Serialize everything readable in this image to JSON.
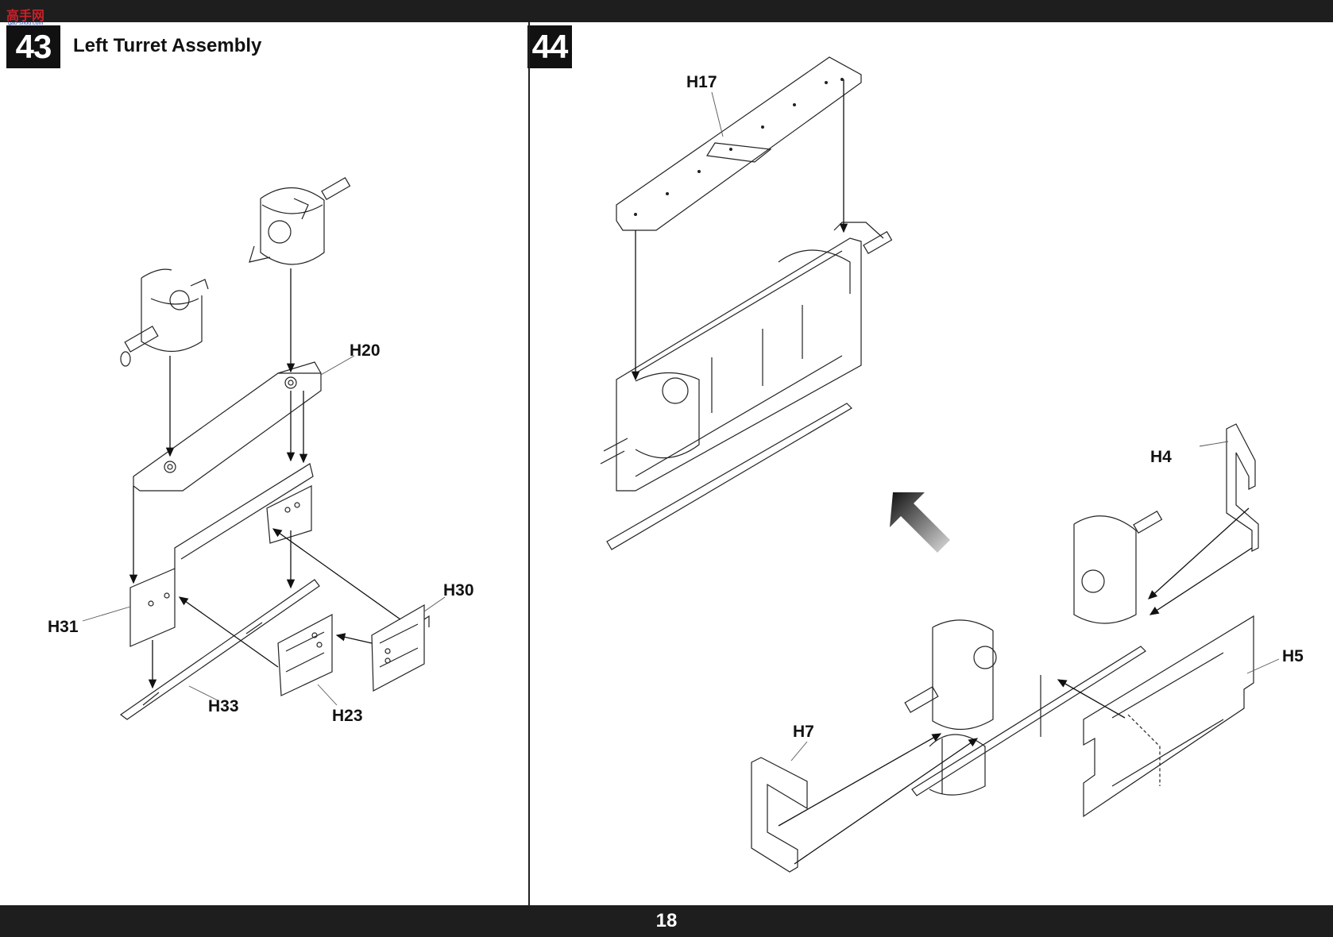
{
  "watermark": {
    "text": "高手网",
    "sub": "gao-shou.com"
  },
  "steps": [
    {
      "number": "43",
      "title": "Left Turret Assembly"
    },
    {
      "number": "44",
      "title": ""
    }
  ],
  "parts": {
    "h20": "H20",
    "h30": "H30",
    "h31": "H31",
    "h33": "H33",
    "h23": "H23",
    "h17": "H17",
    "h4": "H4",
    "h5": "H5",
    "h7": "H7"
  },
  "page_number": "18",
  "colors": {
    "bars": "#1e1e1e",
    "line": "#222222"
  }
}
